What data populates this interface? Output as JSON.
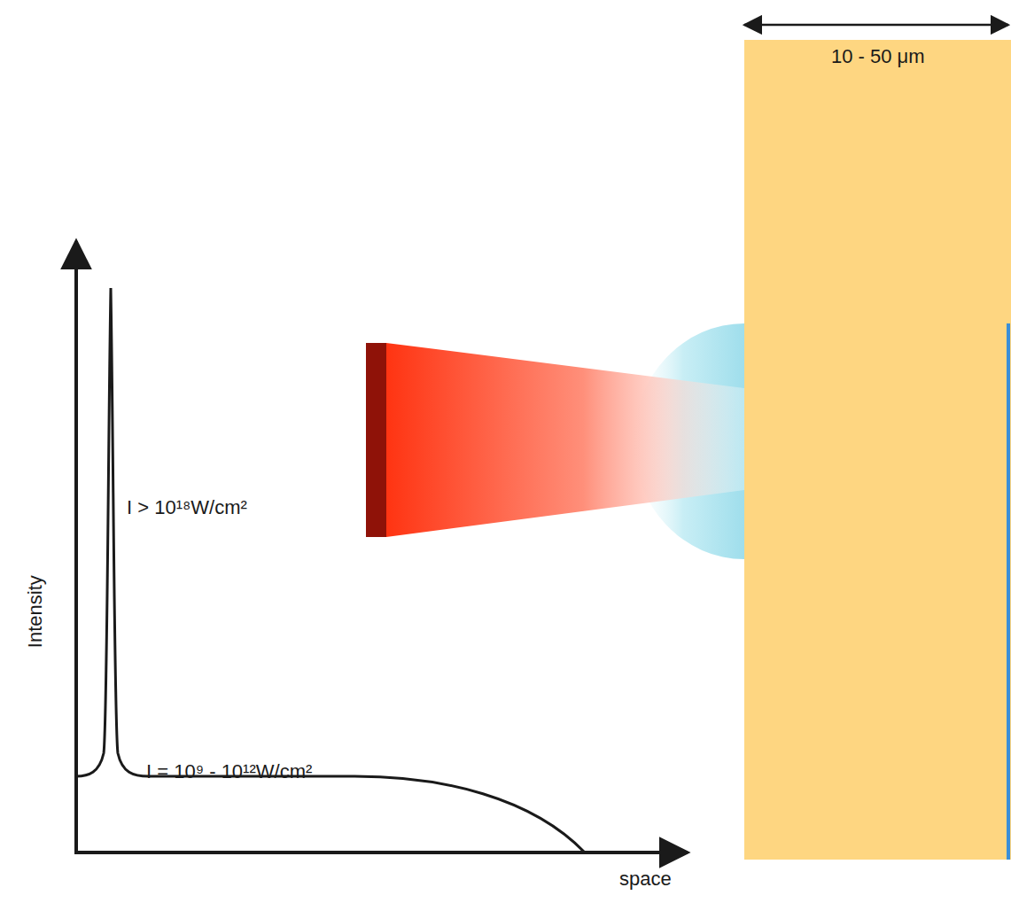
{
  "diagram": {
    "nodes": [
      {
        "text": [
          "10 - 50 μm"
        ]
      }
    ],
    "labels": [
      "Intensity",
      "I > 10¹⁸W/cm²",
      "I = 10⁹ - 10¹²W/cm²",
      "space"
    ]
  }
}
